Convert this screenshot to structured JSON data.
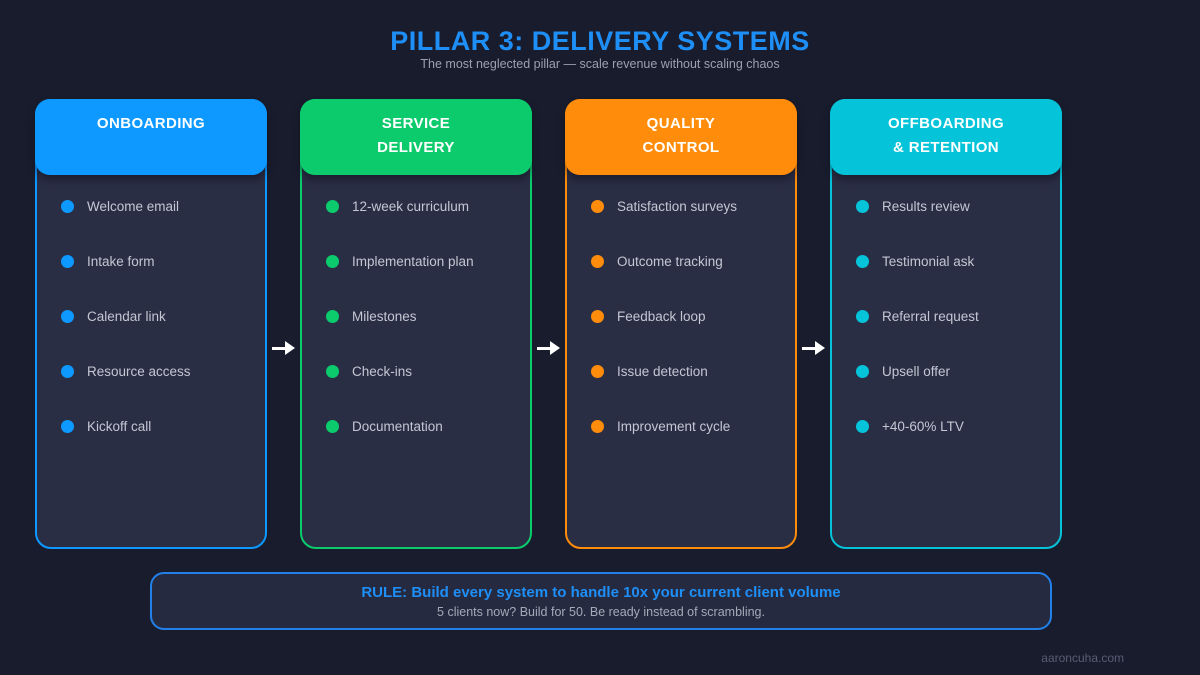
{
  "header": {
    "title": "PILLAR 3: DELIVERY SYSTEMS",
    "subtitle": "The most neglected pillar — scale revenue without scaling chaos"
  },
  "columns": [
    {
      "id": "onboarding",
      "title": "ONBOARDING",
      "title_lines": [
        "ONBOARDING"
      ],
      "accent": "#0d99ff",
      "items": [
        "Welcome email",
        "Intake form",
        "Calendar link",
        "Resource access",
        "Kickoff call"
      ]
    },
    {
      "id": "service-delivery",
      "title": "SERVICE DELIVERY",
      "title_lines": [
        "SERVICE",
        "DELIVERY"
      ],
      "accent": "#0ccb6d",
      "items": [
        "12-week curriculum",
        "Implementation plan",
        "Milestones",
        "Check-ins",
        "Documentation"
      ]
    },
    {
      "id": "quality-control",
      "title": "QUALITY CONTROL",
      "title_lines": [
        "QUALITY",
        "CONTROL"
      ],
      "accent": "#ff8c0a",
      "items": [
        "Satisfaction surveys",
        "Outcome tracking",
        "Feedback loop",
        "Issue detection",
        "Improvement cycle"
      ]
    },
    {
      "id": "offboarding-retention",
      "title": "OFFBOARDING & RETENTION",
      "title_lines": [
        "OFFBOARDING",
        "& RETENTION"
      ],
      "accent": "#05c3d9",
      "items": [
        "Results review",
        "Testimonial ask",
        "Referral request",
        "Upsell offer",
        "+40-60% LTV"
      ]
    }
  ],
  "rule": {
    "title": "RULE: Build every system to handle 10x your current client volume",
    "subtitle": "5 clients now? Build for 50. Be ready instead of scrambling."
  },
  "footer": {
    "watermark": "aaroncuha.com"
  },
  "colors": {
    "background": "#191c2d",
    "panel": "#2a2e45",
    "title_accent": "#1e8ff7",
    "rule_border": "#2380e8",
    "item_text": "#c3c7d2",
    "subtitle_text": "#9aa1b0"
  }
}
